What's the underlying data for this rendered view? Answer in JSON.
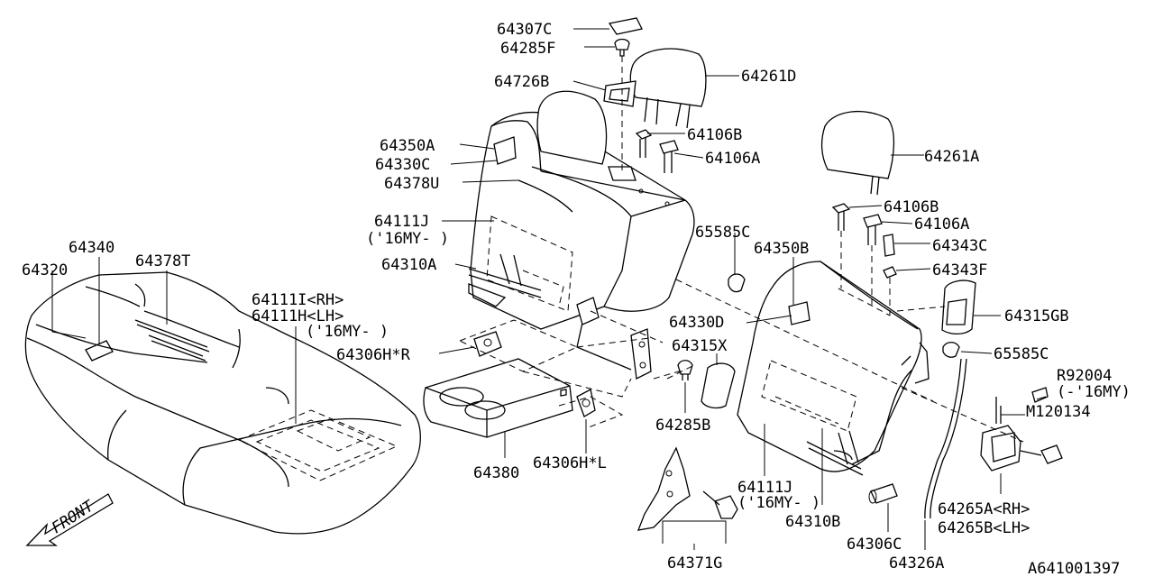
{
  "diagram_code": "A641001397",
  "front_label": "FRONT",
  "labels": {
    "p64307C": "64307C",
    "p64285F": "64285F",
    "p64726B": "64726B",
    "p64261D": "64261D",
    "p64350A": "64350A",
    "p64330C": "64330C",
    "p64378U": "64378U",
    "p64106B_top": "64106B",
    "p64106A_top": "64106A",
    "p64261A": "64261A",
    "p64111J_top": "64111J",
    "p16MY_top": "('16MY- )",
    "p64340": "64340",
    "p64320": "64320",
    "p64378T": "64378T",
    "p64310A": "64310A",
    "p65585C_top": "65585C",
    "p64350B": "64350B",
    "p64106B_right": "64106B",
    "p64106A_right": "64106A",
    "p64343C": "64343C",
    "p64343F": "64343F",
    "p64315GB": "64315GB",
    "p64111I": "64111I<RH>",
    "p64111H": "64111H<LH>",
    "p16MY_cushion": "('16MY- )",
    "p64306HR": "64306H*R",
    "p64330D": "64330D",
    "p64315X": "64315X",
    "p65585C_right": "65585C",
    "pR92004": "R92004",
    "p16MY_r92004": "(-'16MY)",
    "pM120134": "M120134",
    "p64285B": "64285B",
    "p64380": "64380",
    "p64306HL": "64306H*L",
    "p64111J_bottom": "64111J",
    "p16MY_bottom": "('16MY- )",
    "p64310B": "64310B",
    "p64265A": "64265A<RH>",
    "p64265B": "64265B<LH>",
    "p64306C": "64306C",
    "p64326A": "64326A",
    "p64371G": "64371G"
  }
}
